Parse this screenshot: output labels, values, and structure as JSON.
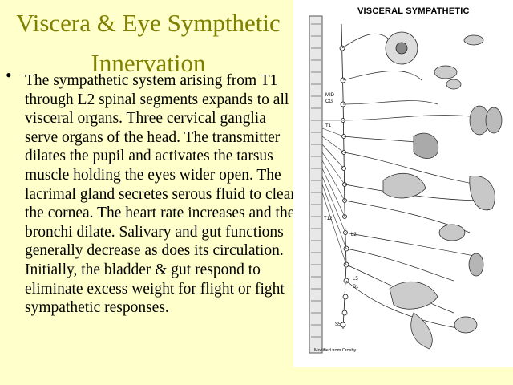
{
  "slide": {
    "title_line1": "Viscera & Eye Sympthetic",
    "title_line2": "Innervation",
    "bullet_char": "•",
    "body": "The sympathetic system arising from T1 through L2 spinal segments expands to all visceral organs.  Three cervical ganglia serve organs of the head. The transmitter dilates the pupil and activates the tarsus muscle holding the eyes wider open. The lacrimal gland secretes serous fluid to clear the cornea.  The heart rate increases and the bronchi dilate. Salivary and gut functions generally decrease as does its circulation. Initially, the bladder & gut respond to eliminate excess weight for flight or fight sympathetic responses."
  },
  "figure": {
    "title": "VISCERAL SYMPATHETIC",
    "credit": "Modified from Crosby",
    "segment_labels": {
      "mid": "MID",
      "cg": "CG",
      "t1": "T1",
      "t12": "T12",
      "l2": "L2",
      "l5": "L5",
      "s1": "S1",
      "s5": "S5"
    }
  },
  "colors": {
    "background": "#ffffcc",
    "title": "#808000",
    "text": "#000000",
    "figure_bg": "#ffffff"
  }
}
